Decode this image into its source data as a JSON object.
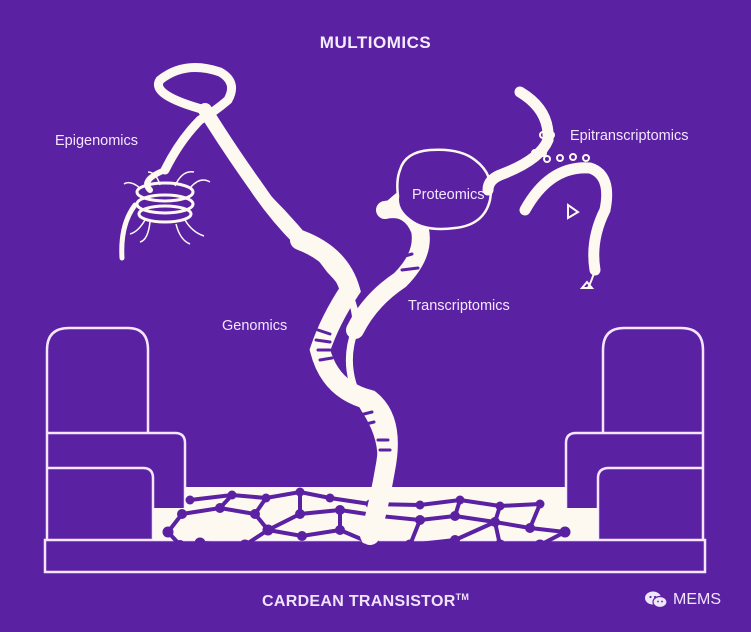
{
  "title": "MULTIOMICS",
  "labels": {
    "epigenomics": "Epigenomics",
    "epitranscriptomics": "Epitranscriptomics",
    "proteomics": "Proteomics",
    "genomics": "Genomics",
    "transcriptomics": "Transcriptomics"
  },
  "footer": {
    "product": "CARDEAN TRANSISTOR",
    "trademark": "TM"
  },
  "watermark": {
    "icon": "wechat-icon",
    "text": "MEMS"
  },
  "colors": {
    "background": "#5b21a3",
    "strand": "#fdf8f0",
    "outline": "#f5e6ff",
    "graphene_node": "#5b21a3"
  }
}
